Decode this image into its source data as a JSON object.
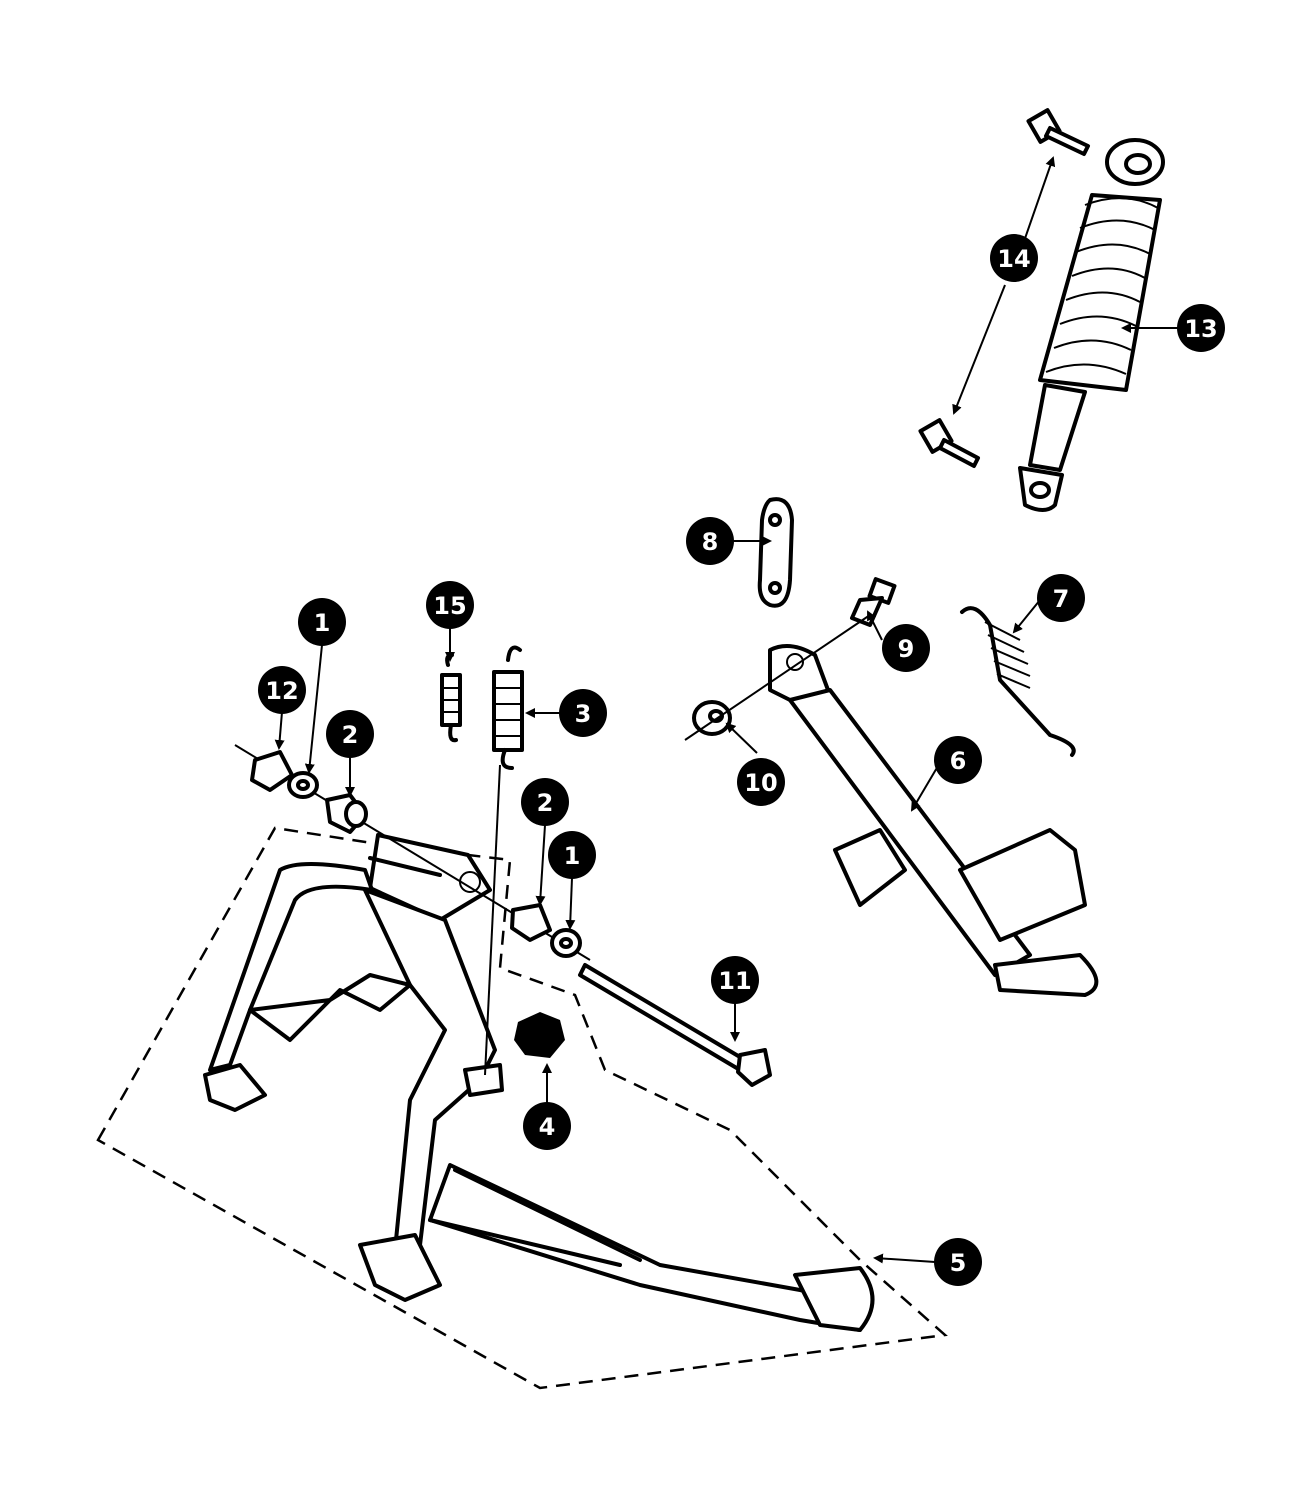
{
  "diagram": {
    "callouts": [
      {
        "id": "c1a",
        "label": "1"
      },
      {
        "id": "c1b",
        "label": "1"
      },
      {
        "id": "c2a",
        "label": "2"
      },
      {
        "id": "c2b",
        "label": "2"
      },
      {
        "id": "c3",
        "label": "3"
      },
      {
        "id": "c4",
        "label": "4"
      },
      {
        "id": "c5",
        "label": "5"
      },
      {
        "id": "c6",
        "label": "6"
      },
      {
        "id": "c7",
        "label": "7"
      },
      {
        "id": "c8",
        "label": "8"
      },
      {
        "id": "c9",
        "label": "9"
      },
      {
        "id": "c10",
        "label": "10"
      },
      {
        "id": "c11",
        "label": "11"
      },
      {
        "id": "c12",
        "label": "12"
      },
      {
        "id": "c13",
        "label": "13"
      },
      {
        "id": "c14",
        "label": "14"
      },
      {
        "id": "c15",
        "label": "15"
      }
    ],
    "colors": {
      "ink": "#000000",
      "paper": "#ffffff"
    }
  }
}
